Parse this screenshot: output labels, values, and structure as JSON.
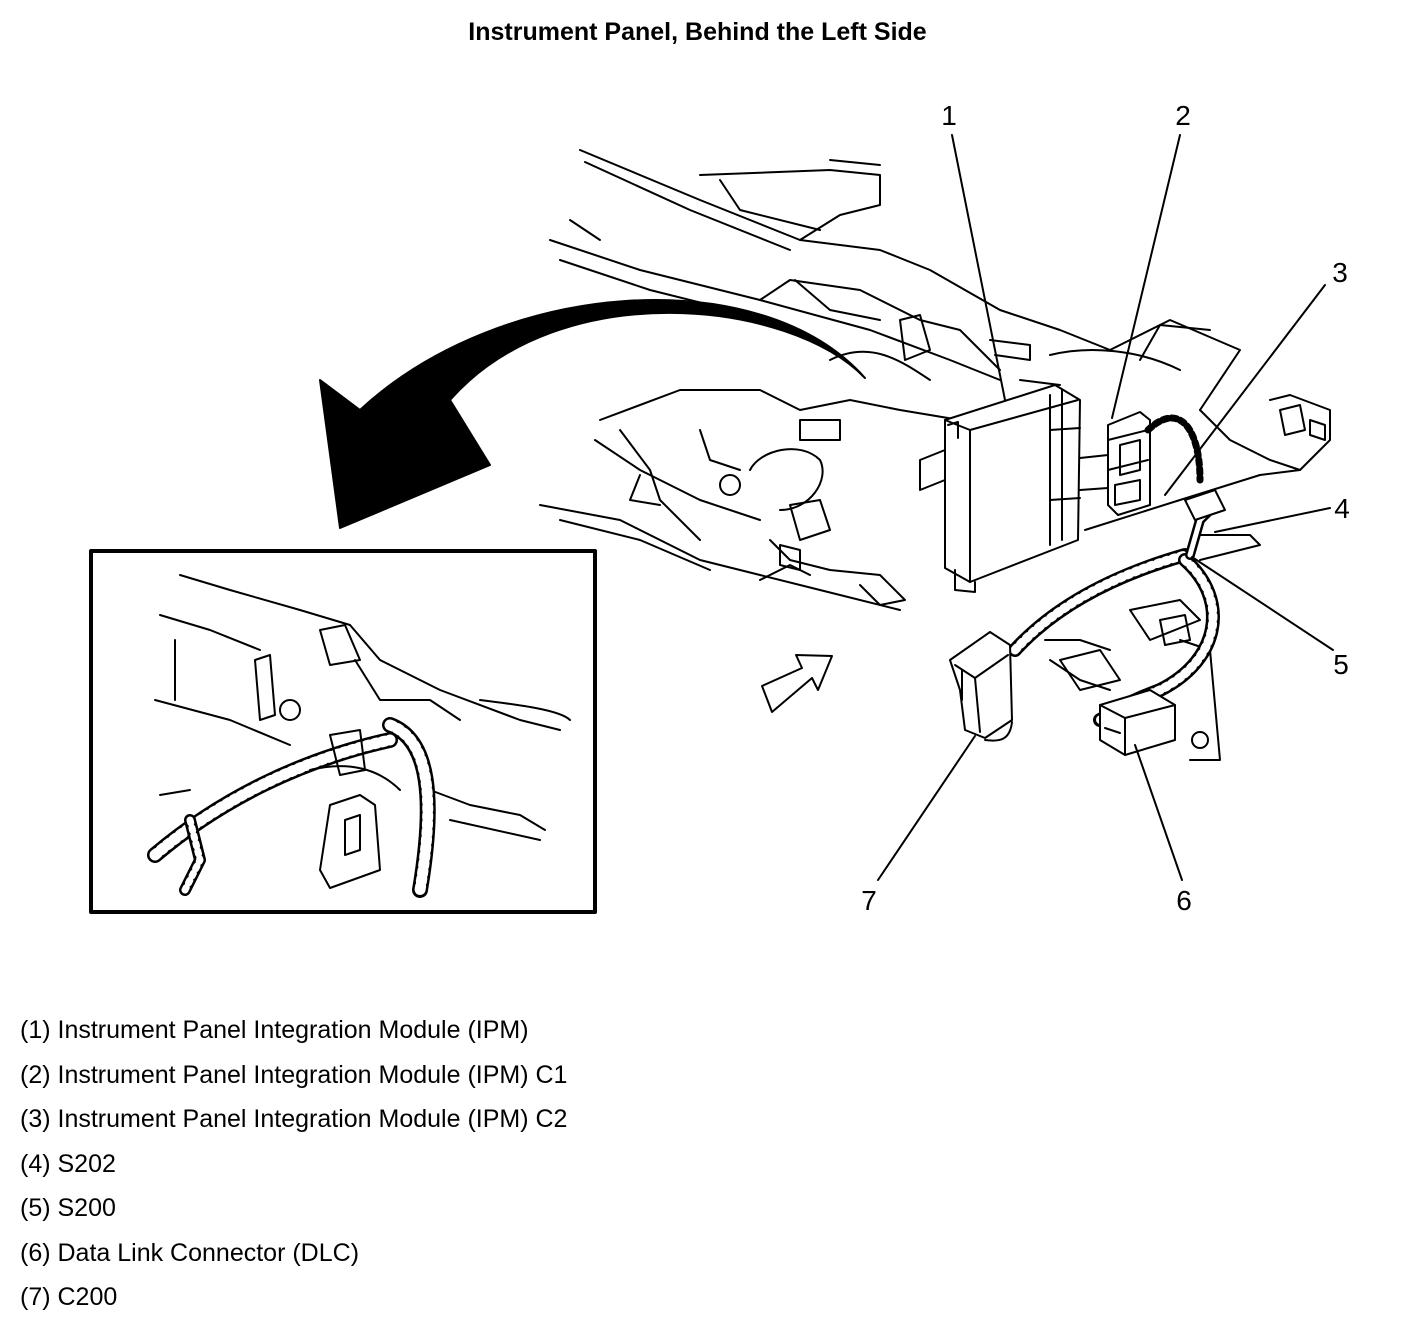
{
  "title": "Instrument Panel, Behind the Left Side",
  "callouts": [
    "1",
    "2",
    "3",
    "4",
    "5",
    "6",
    "7"
  ],
  "legend": [
    "(1) Instrument Panel Integration Module (IPM)",
    "(2) Instrument Panel Integration Module (IPM) C1",
    "(3) Instrument Panel Integration Module (IPM) C2",
    "(4) S202",
    "(5) S200",
    "(6) Data Link Connector (DLC)",
    "(7) C200"
  ]
}
